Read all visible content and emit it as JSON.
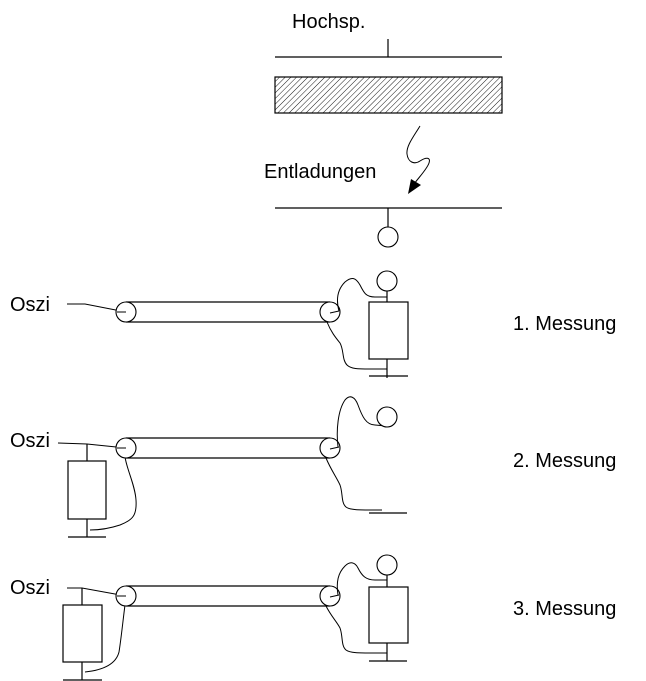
{
  "diagram": {
    "title_label": "Hochsp.",
    "discharge_label": "Entladungen",
    "colors": {
      "line": "#000000",
      "background": "#ffffff"
    },
    "measurements": [
      {
        "scope_label": "Oszi",
        "name": "1. Messung",
        "left_resistor": false,
        "right_resistor": true
      },
      {
        "scope_label": "Oszi",
        "name": "2. Messung",
        "left_resistor": true,
        "right_resistor": false
      },
      {
        "scope_label": "Oszi",
        "name": "3. Messung",
        "left_resistor": true,
        "right_resistor": true
      }
    ]
  }
}
